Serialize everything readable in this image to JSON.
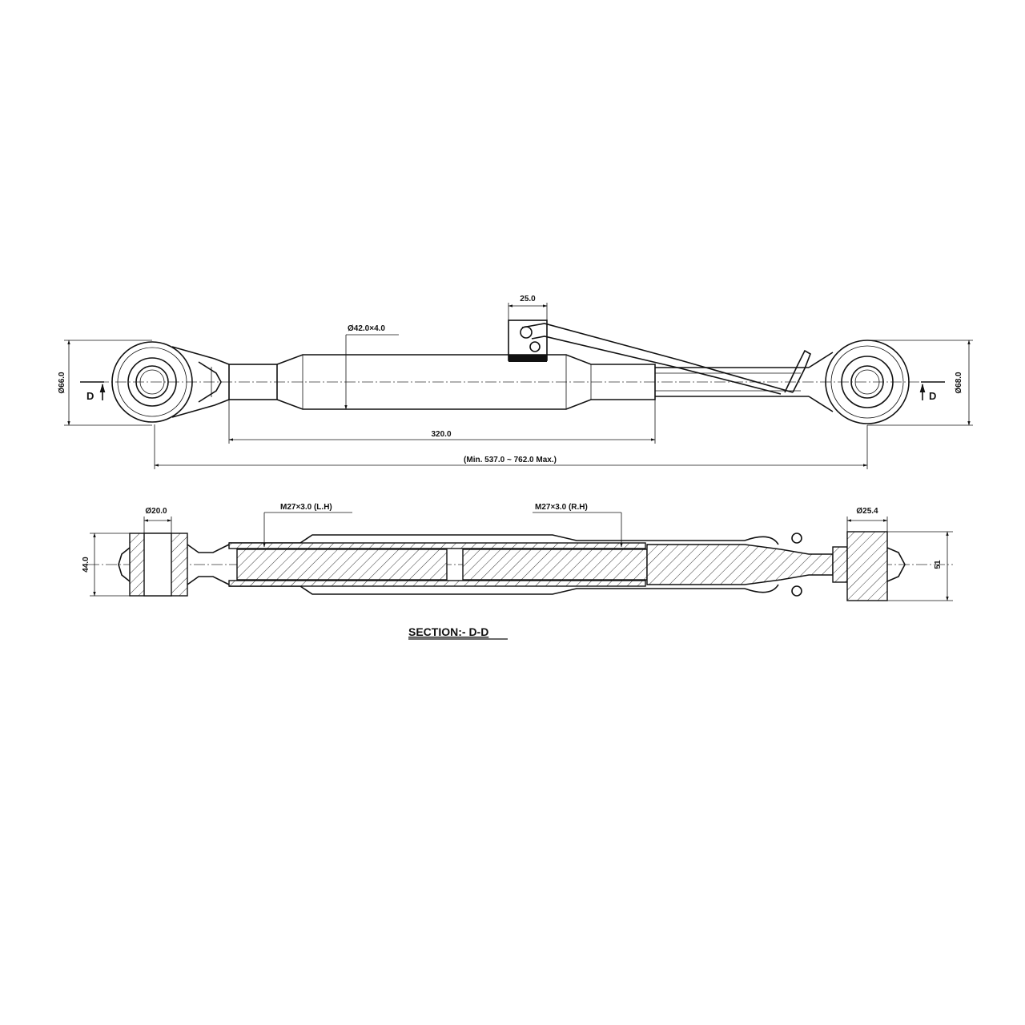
{
  "top_view": {
    "dims": {
      "lug_width": "25.0",
      "tube": "Ø42.0×4.0",
      "left_eye": "Ø66.0",
      "right_eye": "Ø68.0",
      "body_length": "320.0",
      "overall_length": "(Min. 537.0 ~ 762.0 Max.)"
    },
    "section_mark_left": "D",
    "section_mark_right": "D"
  },
  "section_view": {
    "dims": {
      "left_bore": "Ø20.0",
      "right_bore": "Ø25.4",
      "left_thread": "M27×3.0 (L.H)",
      "right_thread": "M27×3.0 (R.H)",
      "left_width": "44.0",
      "right_width": "51"
    },
    "caption": "SECTION:- D-D"
  },
  "colors": {
    "ink": "#111111",
    "paper": "#ffffff"
  }
}
